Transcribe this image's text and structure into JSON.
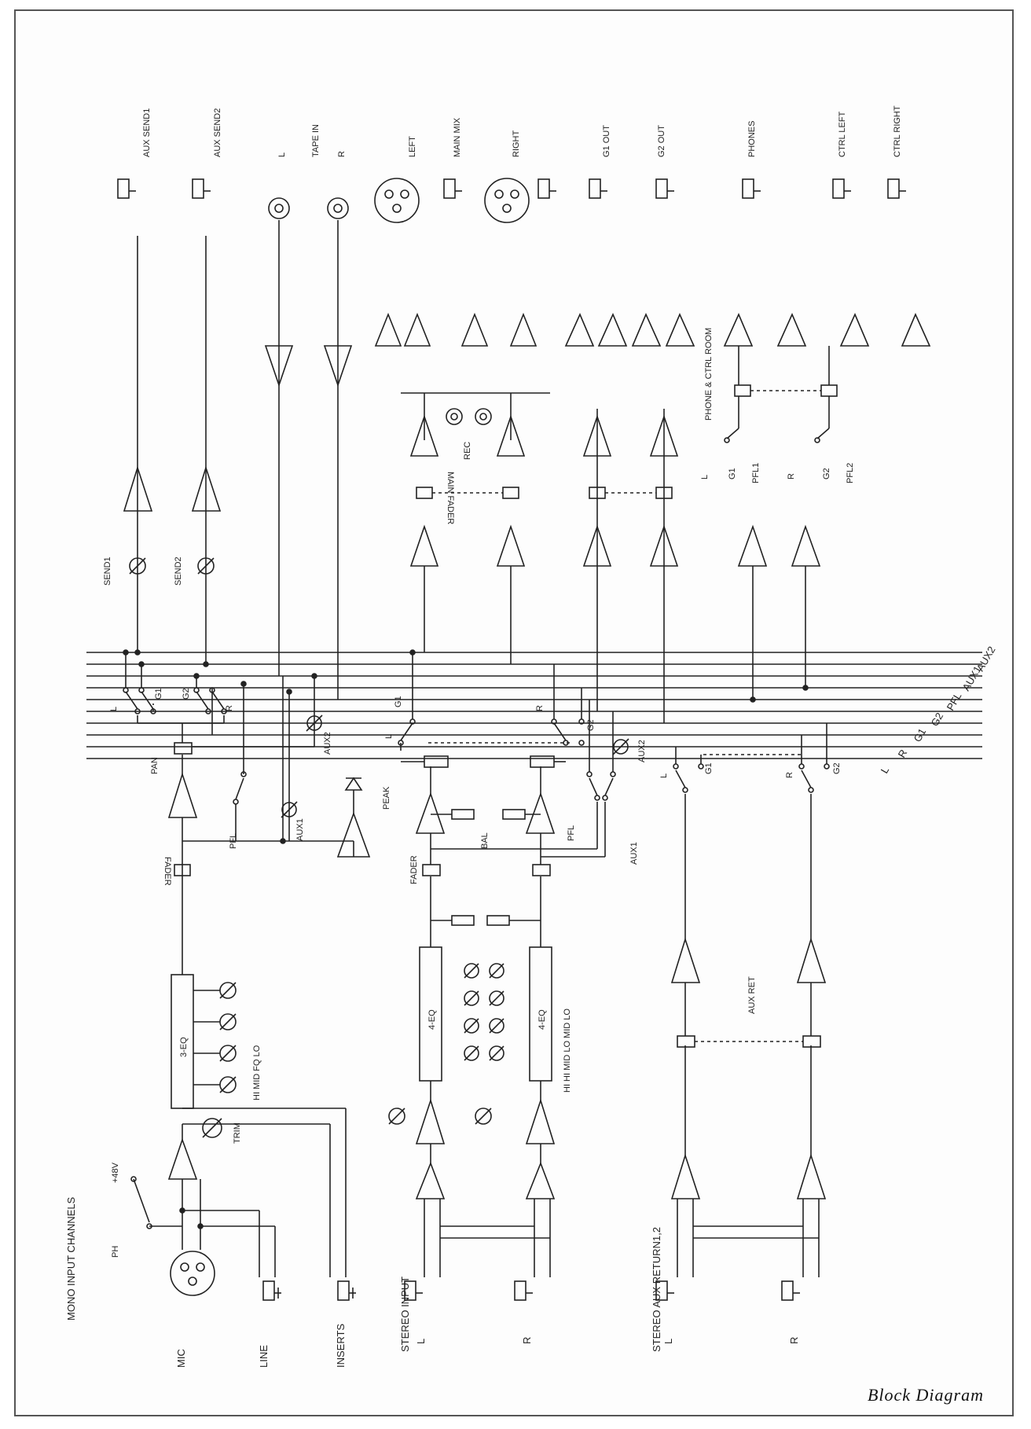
{
  "caption": "Block Diagram",
  "sections": {
    "mono_input_channels": "MONO INPUT CHANNELS",
    "stereo_input": "STEREO  INPUT",
    "stereo_aux_return": "STEREO AUX RETURN1,2"
  },
  "inputs": {
    "mic": "MIC",
    "line": "LINE",
    "inserts": "INSERTS",
    "stereo_l": "L",
    "stereo_r": "R",
    "aux_ret_l": "L",
    "aux_ret_r": "R",
    "ph": "PH",
    "phantom": "+48V",
    "trim": "TRIM"
  },
  "mono_strip": {
    "eq": "3-EQ",
    "eq_bands": "HI  MID  FQ  LO",
    "fader": "FADER",
    "pan": "PAN",
    "pfl": "PFL",
    "aux1": "AUX1",
    "aux2": "AUX2",
    "peak": "PEAK",
    "l": "L",
    "g1": "G1",
    "g2": "G2",
    "r": "R"
  },
  "stereo_strip": {
    "eq": "4-EQ",
    "eq_bands": "HI  HI MID  LO MID  LO",
    "fader": "FADER",
    "bal": "BAL",
    "pfl": "PFL",
    "aux1": "AUX1",
    "aux2": "AUX2",
    "l": "L",
    "g1": "G1",
    "g2": "G2",
    "r": "R"
  },
  "aux_return_strip": {
    "label": "AUX RET",
    "l": "L",
    "g1": "G1",
    "r": "R",
    "g2": "G2"
  },
  "bus_labels": [
    "L",
    "R",
    "G1",
    "G2",
    "PFL",
    "AUX1",
    "AUX2"
  ],
  "master": {
    "send1": "SEND1",
    "send2": "SEND2",
    "main_fader": "MAIN FADER",
    "rec": "REC",
    "phone_ctrl": "PHONE & CTRL ROOM",
    "l": "L",
    "g1": "G1",
    "pfl1": "PFL1",
    "r": "R",
    "g2": "G2",
    "pfl2": "PFL2"
  },
  "outputs": {
    "aux_send1": "AUX SEND1",
    "aux_send2": "AUX SEND2",
    "tape_l": "L",
    "tape_in": "TAPE IN",
    "tape_r": "R",
    "left": "LEFT",
    "main_mix": "MAIN MIX",
    "right": "RIGHT",
    "g1_out": "G1 OUT",
    "g2_out": "G2 OUT",
    "phones": "PHONES",
    "ctrl_left": "CTRL LEFT",
    "ctrl_right": "CTRL RIGHT"
  }
}
